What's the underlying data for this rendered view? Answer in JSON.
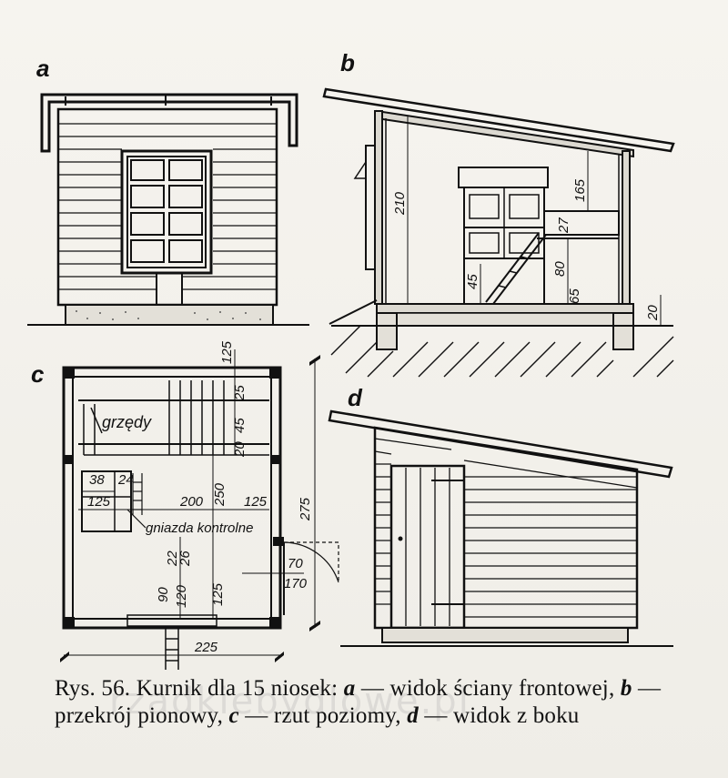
{
  "panels": {
    "a": "a",
    "b": "b",
    "c": "c",
    "d": "d"
  },
  "section_b": {
    "dims": [
      "210",
      "165",
      "27",
      "45",
      "80",
      "65",
      "20"
    ],
    "roof_color": "#111111"
  },
  "plan_c": {
    "dims": {
      "d_12_5_top": "125",
      "d_25": "25",
      "d_45": "45",
      "d_20": "20",
      "d_38": "38",
      "d_24": "24",
      "d_12_5_left": "125",
      "d_200": "200",
      "d_250": "250",
      "d_12_5_right": "125",
      "d_275": "275",
      "d_22": "22",
      "d_26": "26",
      "d_70": "70",
      "d_170": "170",
      "d_90": "90",
      "d_120": "120",
      "d_12_5_bottom": "125",
      "d_225": "225"
    },
    "labels": {
      "grzedy": "grzędy",
      "gniazda": "gniazda kontrolne"
    }
  },
  "caption": {
    "prefix": "Rys. 56. Kurnik dla 15 niosek: ",
    "a_letter": "a",
    "a_text": " — widok ściany frontowej, ",
    "b_letter": "b",
    "b_text": " — przekrój pionowy, ",
    "c_letter": "c",
    "c_text": " — rzut poziomy, ",
    "d_letter": "d",
    "d_text": " — widok z boku"
  },
  "watermark": "rzadkiebydlowe.pl"
}
